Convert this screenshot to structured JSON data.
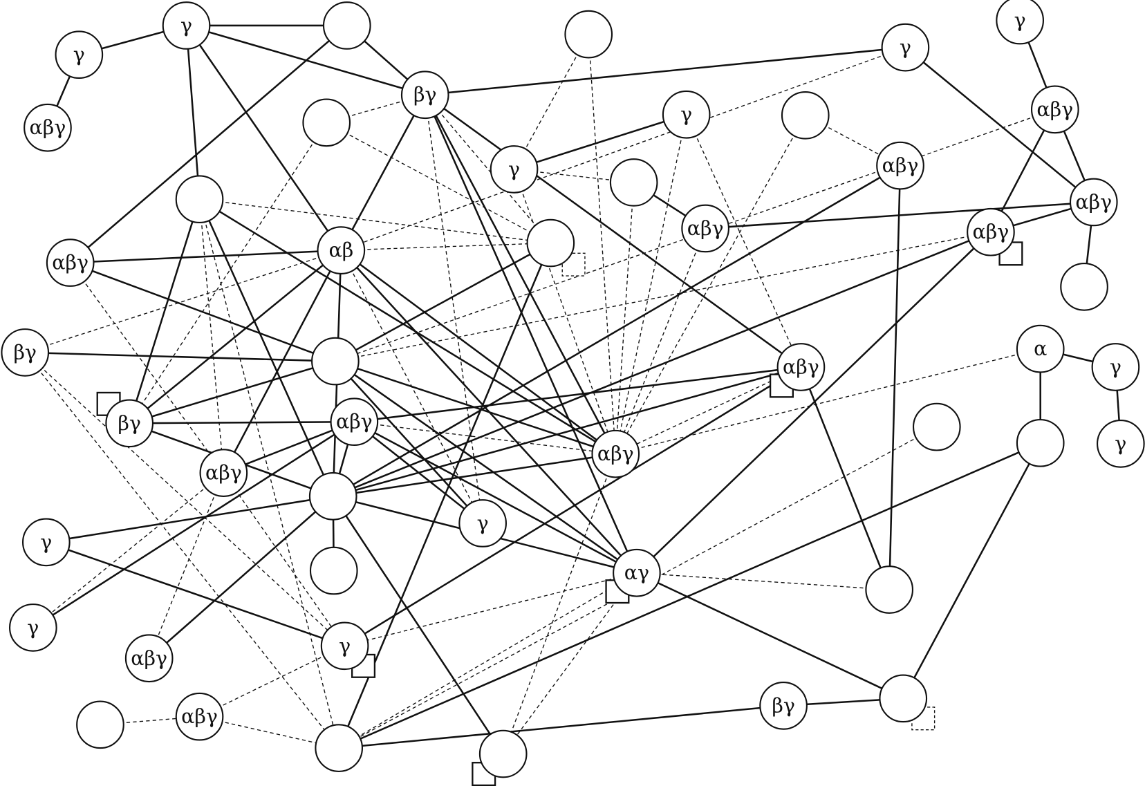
{
  "title": "",
  "nodes": [
    {
      "id": "n1",
      "label": "γ"
    },
    {
      "id": "n2",
      "label": ""
    },
    {
      "id": "n3",
      "label": "γ"
    },
    {
      "id": "n4",
      "label": "αβγ"
    },
    {
      "id": "n5",
      "label": ""
    },
    {
      "id": "n6",
      "label": "γ"
    },
    {
      "id": "n7",
      "label": "γ"
    },
    {
      "id": "n8",
      "label": "βγ"
    },
    {
      "id": "n9",
      "label": ""
    },
    {
      "id": "n10",
      "label": "γ"
    },
    {
      "id": "n11",
      "label": ""
    },
    {
      "id": "n12",
      "label": "αβγ"
    },
    {
      "id": "n13",
      "label": "γ"
    },
    {
      "id": "n14",
      "label": ""
    },
    {
      "id": "n15",
      "label": "αβγ"
    },
    {
      "id": "n16",
      "label": ""
    },
    {
      "id": "n17",
      "label": "αβγ"
    },
    {
      "id": "n18",
      "label": "αβγ"
    },
    {
      "id": "n19",
      "label": "αβγ",
      "marker": "solid"
    },
    {
      "id": "n20",
      "label": "",
      "marker": "dashed"
    },
    {
      "id": "n21",
      "label": "αβ"
    },
    {
      "id": "n22",
      "label": "αβγ"
    },
    {
      "id": "n23",
      "label": ""
    },
    {
      "id": "n24",
      "label": "βγ"
    },
    {
      "id": "n25",
      "label": ""
    },
    {
      "id": "n26",
      "label": "αβγ",
      "marker": "solid"
    },
    {
      "id": "n27",
      "label": "α"
    },
    {
      "id": "n28",
      "label": "γ"
    },
    {
      "id": "n29",
      "label": "βγ",
      "marker": "solid"
    },
    {
      "id": "n30",
      "label": "αβγ"
    },
    {
      "id": "n31",
      "label": ""
    },
    {
      "id": "n32",
      "label": "αβγ"
    },
    {
      "id": "n33",
      "label": ""
    },
    {
      "id": "n34",
      "label": "γ"
    },
    {
      "id": "n35",
      "label": "αβγ"
    },
    {
      "id": "n36",
      "label": ""
    },
    {
      "id": "n37",
      "label": "γ"
    },
    {
      "id": "n38",
      "label": "γ"
    },
    {
      "id": "n39",
      "label": ""
    },
    {
      "id": "n40",
      "label": "αγ",
      "marker": "solid"
    },
    {
      "id": "n41",
      "label": ""
    },
    {
      "id": "n42",
      "label": "γ"
    },
    {
      "id": "n43",
      "label": "αβγ"
    },
    {
      "id": "n44",
      "label": "γ",
      "marker": "solid"
    },
    {
      "id": "n45",
      "label": "βγ"
    },
    {
      "id": "n46",
      "label": "",
      "marker": "dashed"
    },
    {
      "id": "n47",
      "label": ""
    },
    {
      "id": "n48",
      "label": "αβγ"
    },
    {
      "id": "n49",
      "label": ""
    },
    {
      "id": "n50",
      "label": "",
      "marker": "solid"
    }
  ],
  "edges_solid": [
    [
      "n1",
      "n3"
    ],
    [
      "n3",
      "n4"
    ],
    [
      "n1",
      "n2"
    ],
    [
      "n1",
      "n8"
    ],
    [
      "n2",
      "n8"
    ],
    [
      "n1",
      "n16"
    ],
    [
      "n1",
      "n21"
    ],
    [
      "n2",
      "n22"
    ],
    [
      "n8",
      "n6"
    ],
    [
      "n8",
      "n21"
    ],
    [
      "n8",
      "n26"
    ],
    [
      "n8",
      "n32"
    ],
    [
      "n8",
      "n40"
    ],
    [
      "n10",
      "n13"
    ],
    [
      "n6",
      "n17"
    ],
    [
      "n7",
      "n12"
    ],
    [
      "n12",
      "n17"
    ],
    [
      "n12",
      "n19"
    ],
    [
      "n17",
      "n23"
    ],
    [
      "n19",
      "n17"
    ],
    [
      "n14",
      "n18"
    ],
    [
      "n18",
      "n17"
    ],
    [
      "n15",
      "n41"
    ],
    [
      "n15",
      "n36"
    ],
    [
      "n19",
      "n40"
    ],
    [
      "n26",
      "n44"
    ],
    [
      "n19",
      "n36"
    ],
    [
      "n22",
      "n21"
    ],
    [
      "n22",
      "n25"
    ],
    [
      "n16",
      "n29"
    ],
    [
      "n16",
      "n36"
    ],
    [
      "n16",
      "n32"
    ],
    [
      "n21",
      "n29"
    ],
    [
      "n21",
      "n35"
    ],
    [
      "n21",
      "n36"
    ],
    [
      "n21",
      "n32"
    ],
    [
      "n21",
      "n40"
    ],
    [
      "n20",
      "n25"
    ],
    [
      "n20",
      "n49"
    ],
    [
      "n24",
      "n25"
    ],
    [
      "n25",
      "n29"
    ],
    [
      "n25",
      "n32"
    ],
    [
      "n25",
      "n40"
    ],
    [
      "n25",
      "n37"
    ],
    [
      "n29",
      "n30"
    ],
    [
      "n29",
      "n36"
    ],
    [
      "n30",
      "n26"
    ],
    [
      "n30",
      "n35"
    ],
    [
      "n30",
      "n36"
    ],
    [
      "n30",
      "n37"
    ],
    [
      "n30",
      "n40"
    ],
    [
      "n36",
      "n32"
    ],
    [
      "n36",
      "n40"
    ],
    [
      "n36",
      "n39"
    ],
    [
      "n36",
      "n38"
    ],
    [
      "n36",
      "n43"
    ],
    [
      "n36",
      "n50"
    ],
    [
      "n36",
      "n26"
    ],
    [
      "n38",
      "n44"
    ],
    [
      "n42",
      "n30"
    ],
    [
      "n40",
      "n46"
    ],
    [
      "n26",
      "n41"
    ],
    [
      "n27",
      "n28"
    ],
    [
      "n28",
      "n34"
    ],
    [
      "n27",
      "n33"
    ],
    [
      "n33",
      "n46"
    ],
    [
      "n33",
      "n49"
    ],
    [
      "n49",
      "n45"
    ],
    [
      "n45",
      "n46"
    ]
  ],
  "edges_dashed": [
    [
      "n8",
      "n9"
    ],
    [
      "n8",
      "n20"
    ],
    [
      "n9",
      "n20"
    ],
    [
      "n9",
      "n29"
    ],
    [
      "n5",
      "n13"
    ],
    [
      "n5",
      "n32"
    ],
    [
      "n6",
      "n21"
    ],
    [
      "n10",
      "n32"
    ],
    [
      "n10",
      "n26"
    ],
    [
      "n11",
      "n15"
    ],
    [
      "n11",
      "n32"
    ],
    [
      "n13",
      "n14"
    ],
    [
      "n13",
      "n32"
    ],
    [
      "n16",
      "n20"
    ],
    [
      "n16",
      "n35"
    ],
    [
      "n21",
      "n20"
    ],
    [
      "n22",
      "n35"
    ],
    [
      "n24",
      "n21"
    ],
    [
      "n24",
      "n44"
    ],
    [
      "n24",
      "n49"
    ],
    [
      "n25",
      "n19"
    ],
    [
      "n26",
      "n32"
    ],
    [
      "n27",
      "n32"
    ],
    [
      "n12",
      "n25"
    ],
    [
      "n18",
      "n32"
    ],
    [
      "n14",
      "n32"
    ],
    [
      "n30",
      "n32"
    ],
    [
      "n31",
      "n49"
    ],
    [
      "n40",
      "n41"
    ],
    [
      "n40",
      "n44"
    ],
    [
      "n40",
      "n49"
    ],
    [
      "n40",
      "n50"
    ],
    [
      "n32",
      "n50"
    ],
    [
      "n47",
      "n48"
    ],
    [
      "n48",
      "n49"
    ],
    [
      "n48",
      "n44"
    ],
    [
      "n35",
      "n43"
    ],
    [
      "n35",
      "n44"
    ],
    [
      "n35",
      "n42"
    ],
    [
      "n21",
      "n37"
    ],
    [
      "n16",
      "n49"
    ],
    [
      "n8",
      "n37"
    ]
  ]
}
